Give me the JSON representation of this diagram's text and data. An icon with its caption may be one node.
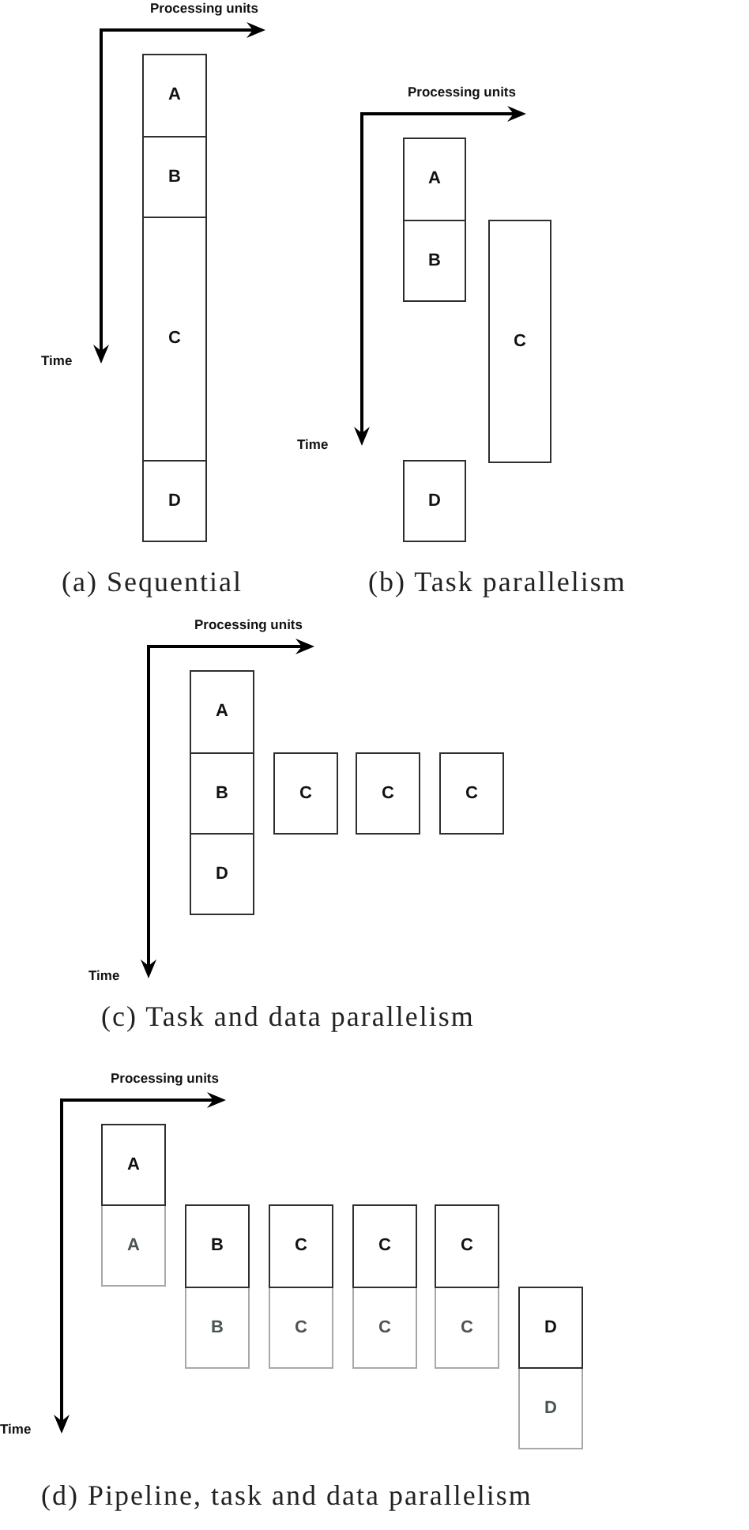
{
  "diagram": {
    "nodes": [
      {
        "text": [
          "A"
        ]
      },
      {
        "text": [
          "B"
        ]
      },
      {
        "text": [
          "C"
        ]
      },
      {
        "text": [
          "D"
        ]
      },
      {
        "text": [
          "A"
        ]
      },
      {
        "text": [
          "B"
        ]
      },
      {
        "text": [
          "C"
        ]
      },
      {
        "text": [
          "D"
        ]
      },
      {
        "text": [
          "A"
        ]
      },
      {
        "text": [
          "B"
        ]
      },
      {
        "text": [
          "C"
        ]
      },
      {
        "text": [
          "C"
        ]
      },
      {
        "text": [
          "C"
        ]
      },
      {
        "text": [
          "D"
        ]
      },
      {
        "text": [
          "A"
        ]
      },
      {
        "text": [
          "A"
        ]
      },
      {
        "text": [
          "B"
        ]
      },
      {
        "text": [
          "C"
        ]
      },
      {
        "text": [
          "C"
        ]
      },
      {
        "text": [
          "C"
        ]
      },
      {
        "text": [
          "B"
        ]
      },
      {
        "text": [
          "C"
        ]
      },
      {
        "text": [
          "C"
        ]
      },
      {
        "text": [
          "C"
        ]
      },
      {
        "text": [
          "D"
        ]
      },
      {
        "text": [
          "D"
        ]
      }
    ],
    "labels": [
      "Processing units",
      "Time",
      "(a) Sequential",
      "Processing units",
      "Time",
      "(b) Task parallelism",
      "Processing units",
      "Time",
      "(c) Task and data parallelism",
      "Processing units",
      "Time",
      "(d) Pipeline, task and data parallelism"
    ]
  }
}
